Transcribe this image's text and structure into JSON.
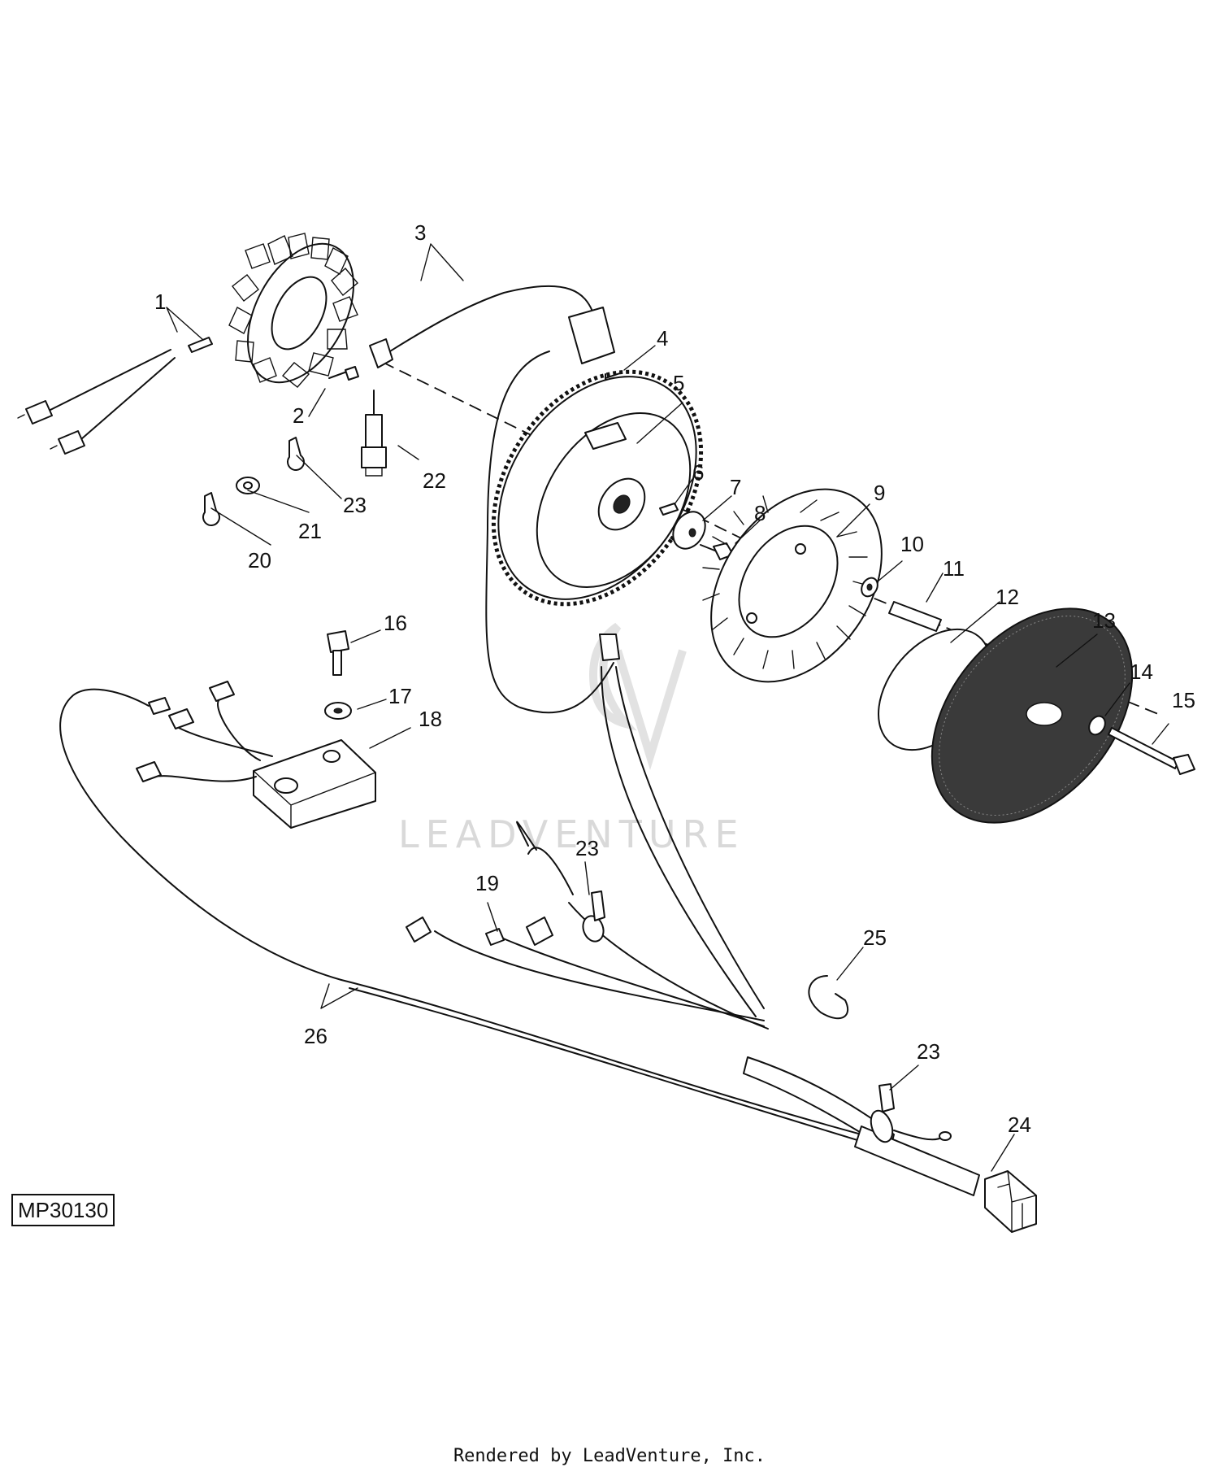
{
  "figure_id": "MP30130",
  "footer": "Rendered by LeadVenture, Inc.",
  "watermark": "LEADVENTURE",
  "callouts": [
    "1",
    "2",
    "3",
    "4",
    "5",
    "6",
    "7",
    "8",
    "9",
    "10",
    "11",
    "12",
    "13",
    "14",
    "15",
    "16",
    "17",
    "18",
    "19",
    "20",
    "21",
    "22",
    "23",
    "23",
    "23",
    "23",
    "24",
    "25",
    "26"
  ]
}
